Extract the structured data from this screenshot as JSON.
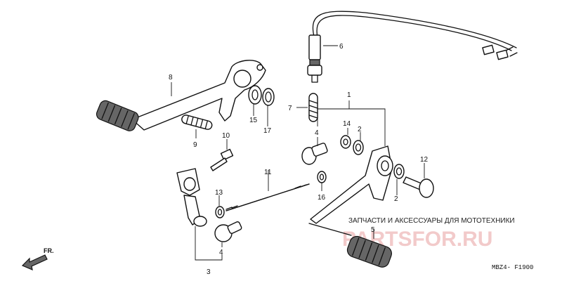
{
  "labels": {
    "p1": "1",
    "p2a": "2",
    "p2b": "2",
    "p3": "3",
    "p4a": "4",
    "p4b": "4",
    "p5": "5",
    "p6": "6",
    "p7": "7",
    "p8": "8",
    "p9": "9",
    "p10": "10",
    "p11": "11",
    "p12": "12",
    "p13": "13",
    "p14": "14",
    "p15": "15",
    "p16": "16",
    "p17": "17"
  },
  "watermark": {
    "subtitle": "ЗАПЧАСТИ И АКСЕССУАРЫ ДЛЯ МОТОТЕХНИКИ",
    "brand": "PARTSFOR.RU"
  },
  "direction_marker": "FR.",
  "diagram_code": "MBZ4- F1900"
}
